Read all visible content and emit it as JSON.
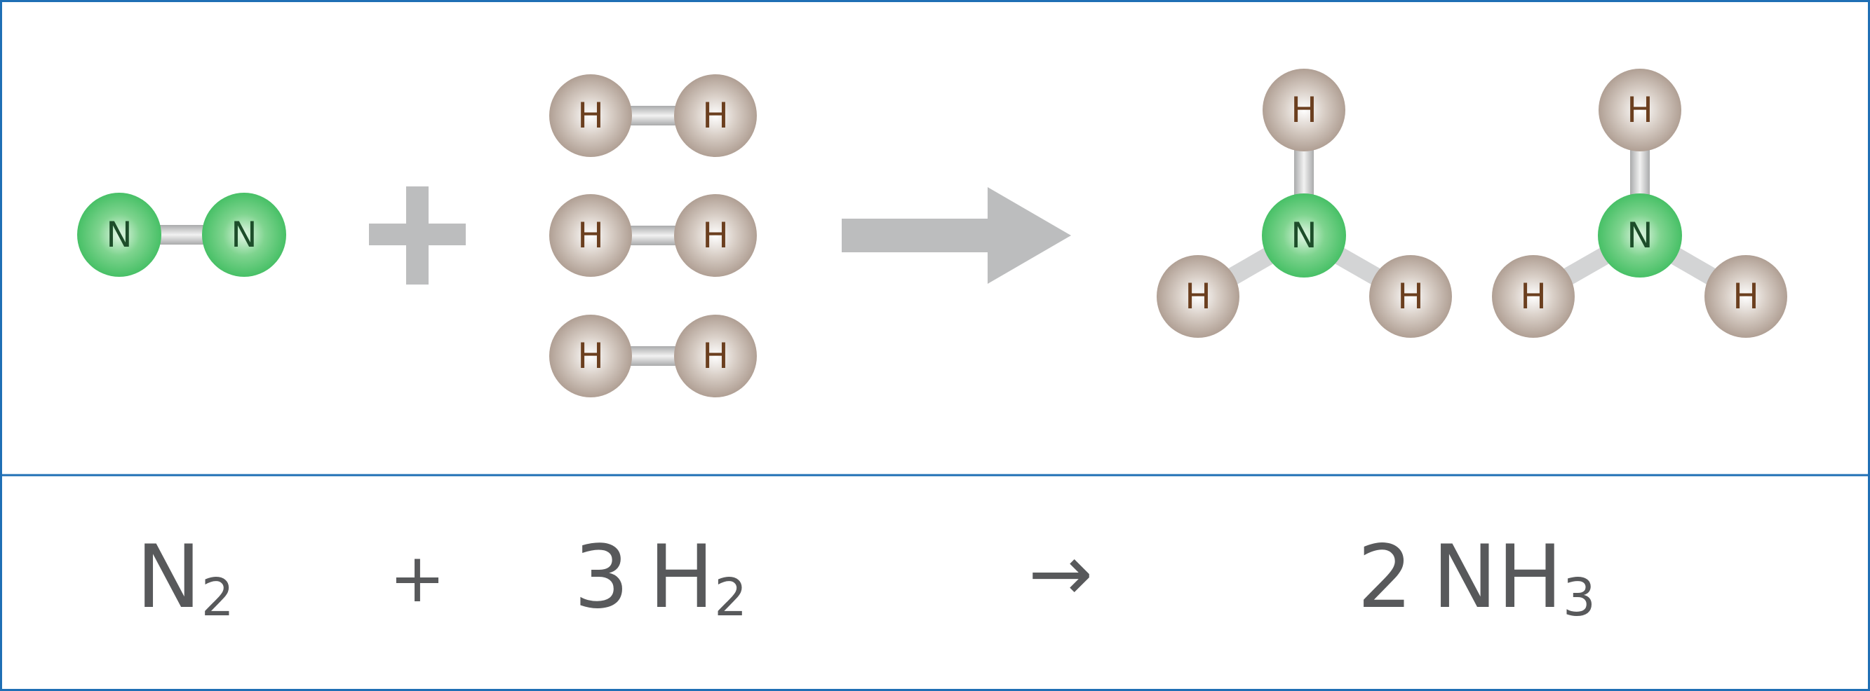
{
  "colors": {
    "border": "#1f6fb5",
    "nitrogen_fill": "#3cbc5e",
    "nitrogen_label": "#1d4d2a",
    "hydrogen_fill": "#a8968a",
    "hydrogen_label": "#6b3f1f",
    "bond": "#c8c9ca",
    "operator": "#bcbdbe",
    "equation_text": "#58595b"
  },
  "icons": {
    "plus": "plus-icon",
    "arrow": "reaction-arrow-icon"
  },
  "atoms": {
    "nitrogen_symbol": "N",
    "hydrogen_symbol": "H"
  },
  "equation": {
    "n2_symbol": "N",
    "n2_subscript": "2",
    "plus": "+",
    "h2_coefficient": "3",
    "h2_symbol": "H",
    "h2_subscript": "2",
    "arrow": "→",
    "nh3_coefficient": "2",
    "nh3_symbol": "NH",
    "nh3_subscript": "3"
  }
}
